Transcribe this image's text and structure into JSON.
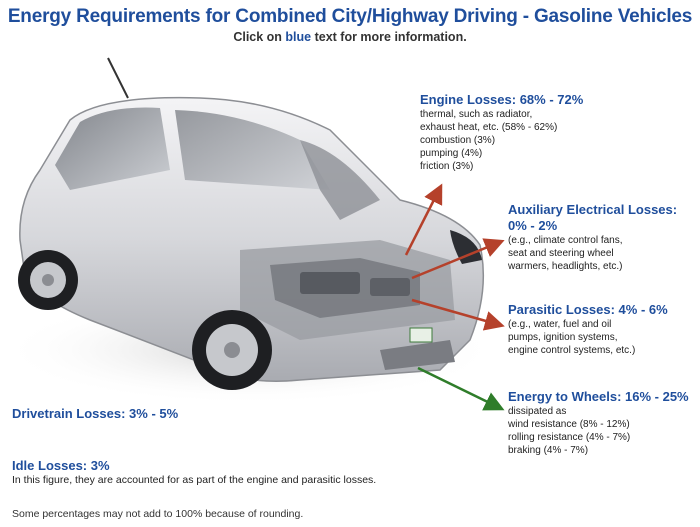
{
  "header": {
    "title": "Energy Requirements for Combined City/Highway Driving - Gasoline Vehicles",
    "subtitle_prefix": "Click on ",
    "subtitle_blue": "blue",
    "subtitle_suffix": " text for more information."
  },
  "engine": {
    "heading": "Engine Losses: 68% - 72%",
    "lines": [
      "thermal, such as radiator,",
      "exhaust heat, etc. (58% - 62%)",
      "combustion (3%)",
      "pumping (4%)",
      "friction (3%)"
    ]
  },
  "auxiliary": {
    "heading_line1": "Auxiliary Electrical Losses:",
    "heading_line2": "0% - 2%",
    "lines": [
      "(e.g., climate control fans,",
      "seat and steering wheel",
      "warmers, headlights, etc.)"
    ]
  },
  "parasitic": {
    "heading": "Parasitic Losses: 4% - 6%",
    "lines": [
      "(e.g., water, fuel and oil",
      "pumps, ignition systems,",
      "engine control systems, etc.)"
    ]
  },
  "wheels": {
    "heading": "Energy to Wheels: 16% - 25%",
    "lines": [
      "dissipated as",
      "wind resistance (8% - 12%)",
      "rolling resistance (4% - 7%)",
      "braking (4% - 7%)"
    ]
  },
  "drivetrain": {
    "heading": "Drivetrain Losses: 3% - 5%"
  },
  "idle": {
    "heading": "Idle Losses: 3%",
    "note": "In this figure, they are accounted for as part of the engine and parasitic losses."
  },
  "footnote": "Some percentages may not add to 100% because of rounding.",
  "colors": {
    "heading_blue": "#1f4e9c",
    "arrow_red": "#b5412b",
    "arrow_green": "#2f7d2a"
  }
}
